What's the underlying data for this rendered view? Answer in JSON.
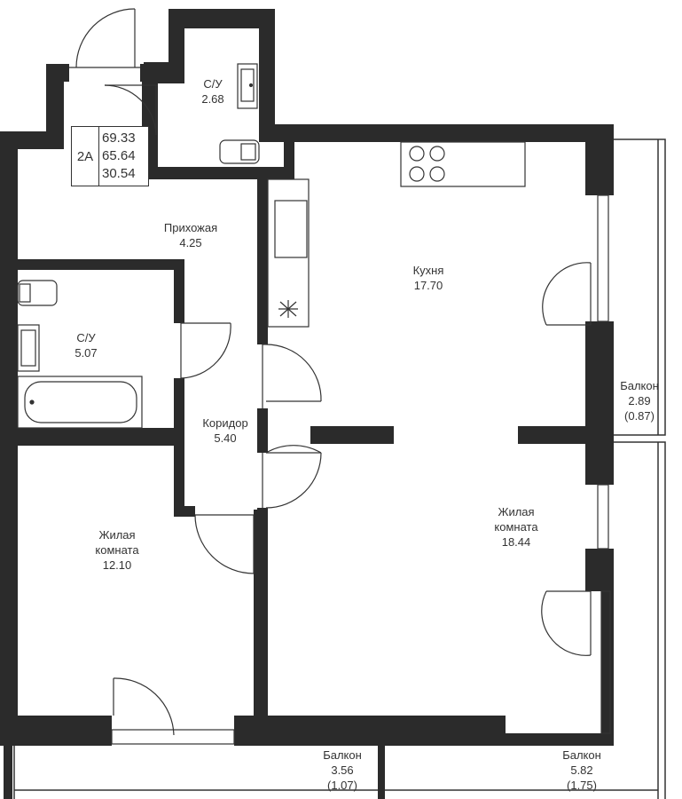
{
  "apartment": {
    "type": "2А",
    "areas": [
      "69.33",
      "65.64",
      "30.54"
    ]
  },
  "rooms": [
    {
      "id": "su-small",
      "name": "С/У",
      "area": "2.68",
      "extra": ""
    },
    {
      "id": "hallway",
      "name": "Прихожая",
      "area": "4.25",
      "extra": ""
    },
    {
      "id": "kitchen",
      "name": "Кухня",
      "area": "17.70",
      "extra": ""
    },
    {
      "id": "su-bath",
      "name": "С/У",
      "area": "5.07",
      "extra": ""
    },
    {
      "id": "corridor",
      "name": "Коридор",
      "area": "5.40",
      "extra": ""
    },
    {
      "id": "living-left",
      "name": "Жилая комната",
      "area": "12.10",
      "extra": ""
    },
    {
      "id": "living-right",
      "name": "Жилая комната",
      "area": "18.44",
      "extra": ""
    },
    {
      "id": "balcony-right",
      "name": "Балкон",
      "area": "2.89",
      "extra": "(0.87)"
    },
    {
      "id": "balcony-bottom-left",
      "name": "Балкон",
      "area": "3.56",
      "extra": "(1.07)"
    },
    {
      "id": "balcony-bottom-right",
      "name": "Балкон",
      "area": "5.82",
      "extra": "(1.75)"
    }
  ],
  "colors": {
    "wall": "#2b2b2b",
    "line": "#333333",
    "background": "#ffffff"
  }
}
